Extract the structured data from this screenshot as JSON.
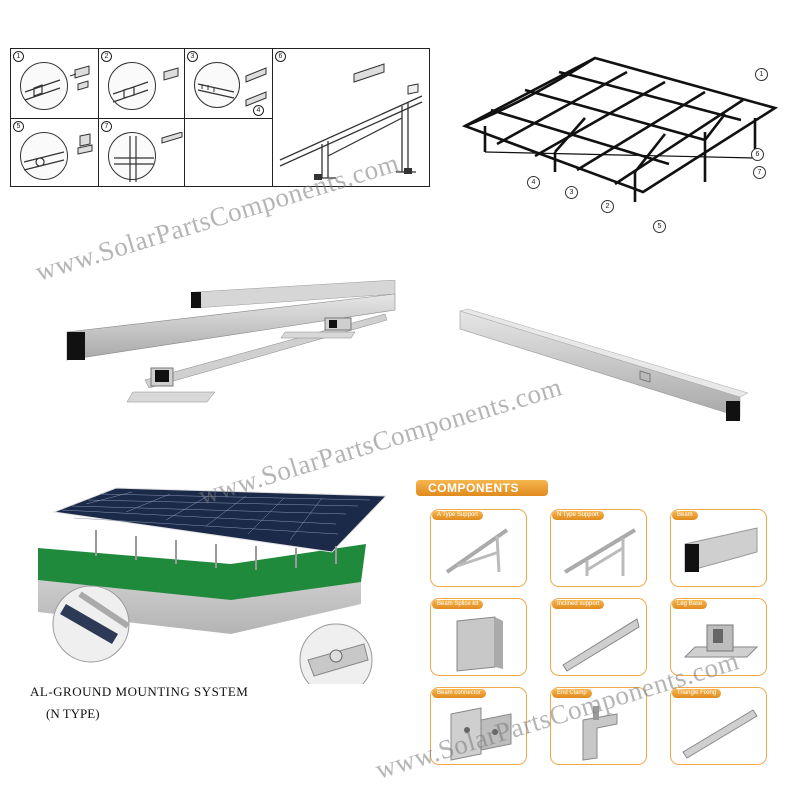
{
  "install_steps": {
    "numbers": [
      "1",
      "2",
      "3",
      "4",
      "5",
      "6",
      "7"
    ]
  },
  "frame_callouts": [
    "1",
    "2",
    "3",
    "4",
    "5",
    "6",
    "7"
  ],
  "system": {
    "title": "AL-GROUND MOUNTING SYSTEM",
    "subtitle": "(N TYPE)"
  },
  "components": {
    "header": "COMPONENTS",
    "items": [
      {
        "label": "A Type Support"
      },
      {
        "label": "N Type Support"
      },
      {
        "label": "Beam"
      },
      {
        "label": "Beam Splice kit"
      },
      {
        "label": "Inclined support"
      },
      {
        "label": "Leg Base"
      },
      {
        "label": "Beam connector"
      },
      {
        "label": "End Clamp"
      },
      {
        "label": "Triangle Fixing"
      }
    ]
  },
  "watermark": {
    "text": "www.SolarPartsComponents.com"
  },
  "colors": {
    "accent": "#e8961f",
    "card_border": "#f0a94c",
    "panel_blue": "#1c2a4a",
    "ground_green": "#1f8a3c",
    "aluminum": "#c9c9c9"
  }
}
